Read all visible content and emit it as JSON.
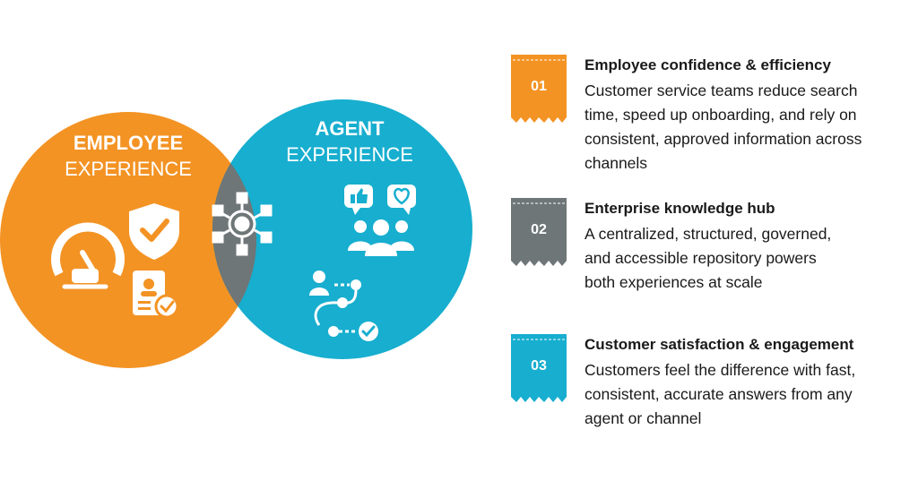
{
  "colors": {
    "orange": "#F39324",
    "teal": "#17AECF",
    "overlap": "#6E7677",
    "text": "#1A1A1A"
  },
  "venn": {
    "left": {
      "title_bold": "EMPLOYEE",
      "title_light": "EXPERIENCE"
    },
    "right": {
      "title_bold": "AGENT",
      "title_light": "EXPERIENCE"
    },
    "icons": {
      "left": [
        "speedometer-icon",
        "shield-check-icon",
        "id-badge-check-icon"
      ],
      "center": "network-hub-icon",
      "right": [
        "thumbs-up-bubble-icon",
        "heart-bubble-icon",
        "people-group-icon",
        "workflow-path-icon"
      ]
    }
  },
  "items": [
    {
      "number": "01",
      "color": "#F39324",
      "title": "Employee confidence & efficiency",
      "body_lines": [
        "Customer service teams reduce search",
        "time, speed up onboarding, and rely on",
        "consistent, approved information across",
        "channels"
      ]
    },
    {
      "number": "02",
      "color": "#6E7677",
      "title": "Enterprise knowledge hub",
      "body_lines": [
        "A centralized, structured, governed,",
        "and accessible repository powers",
        "both experiences at scale"
      ]
    },
    {
      "number": "03",
      "color": "#17AECF",
      "title": "Customer satisfaction & engagement",
      "body_lines": [
        "Customers feel the difference with fast,",
        "consistent, accurate answers from any",
        "agent or channel"
      ]
    }
  ]
}
